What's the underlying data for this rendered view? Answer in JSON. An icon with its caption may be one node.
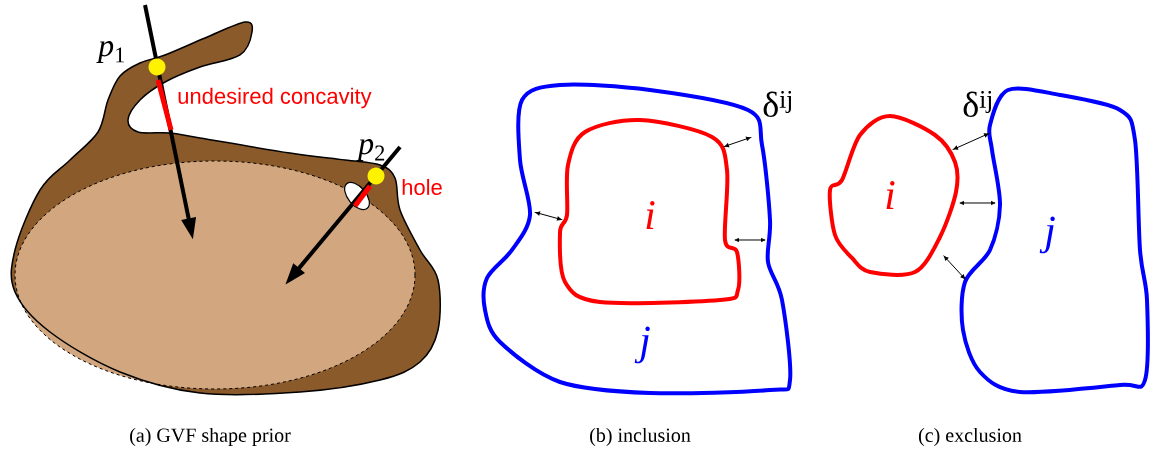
{
  "diagram": {
    "nodes": [
      {
        "text": [
          "j"
        ]
      },
      {
        "text": [
          "i"
        ],
        "in": 0
      },
      {
        "text": [
          "i"
        ]
      },
      {
        "text": [
          "j"
        ]
      }
    ],
    "labels": [
      "*p*$_{1}$",
      "undesired concavity",
      "*p*$_{2}$",
      "hole",
      "δ$^{ij}$",
      "δ$^{ij}$",
      "(a) GVF shape prior",
      "(b) inclusion",
      "(c) exclusion"
    ]
  }
}
